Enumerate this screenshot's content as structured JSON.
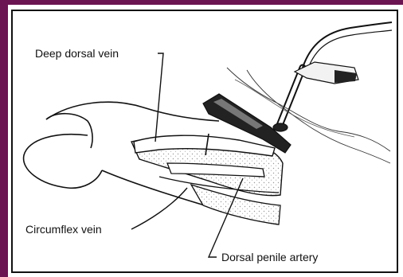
{
  "labels": {
    "deep_dorsal_vein": "Deep dorsal vein",
    "circumflex_vein": "Circumflex vein",
    "dorsal_penile_artery": "Dorsal penile artery"
  },
  "colors": {
    "frame_accent": "#6b1552",
    "line": "#111111",
    "stipple": "#cfcfcf"
  }
}
